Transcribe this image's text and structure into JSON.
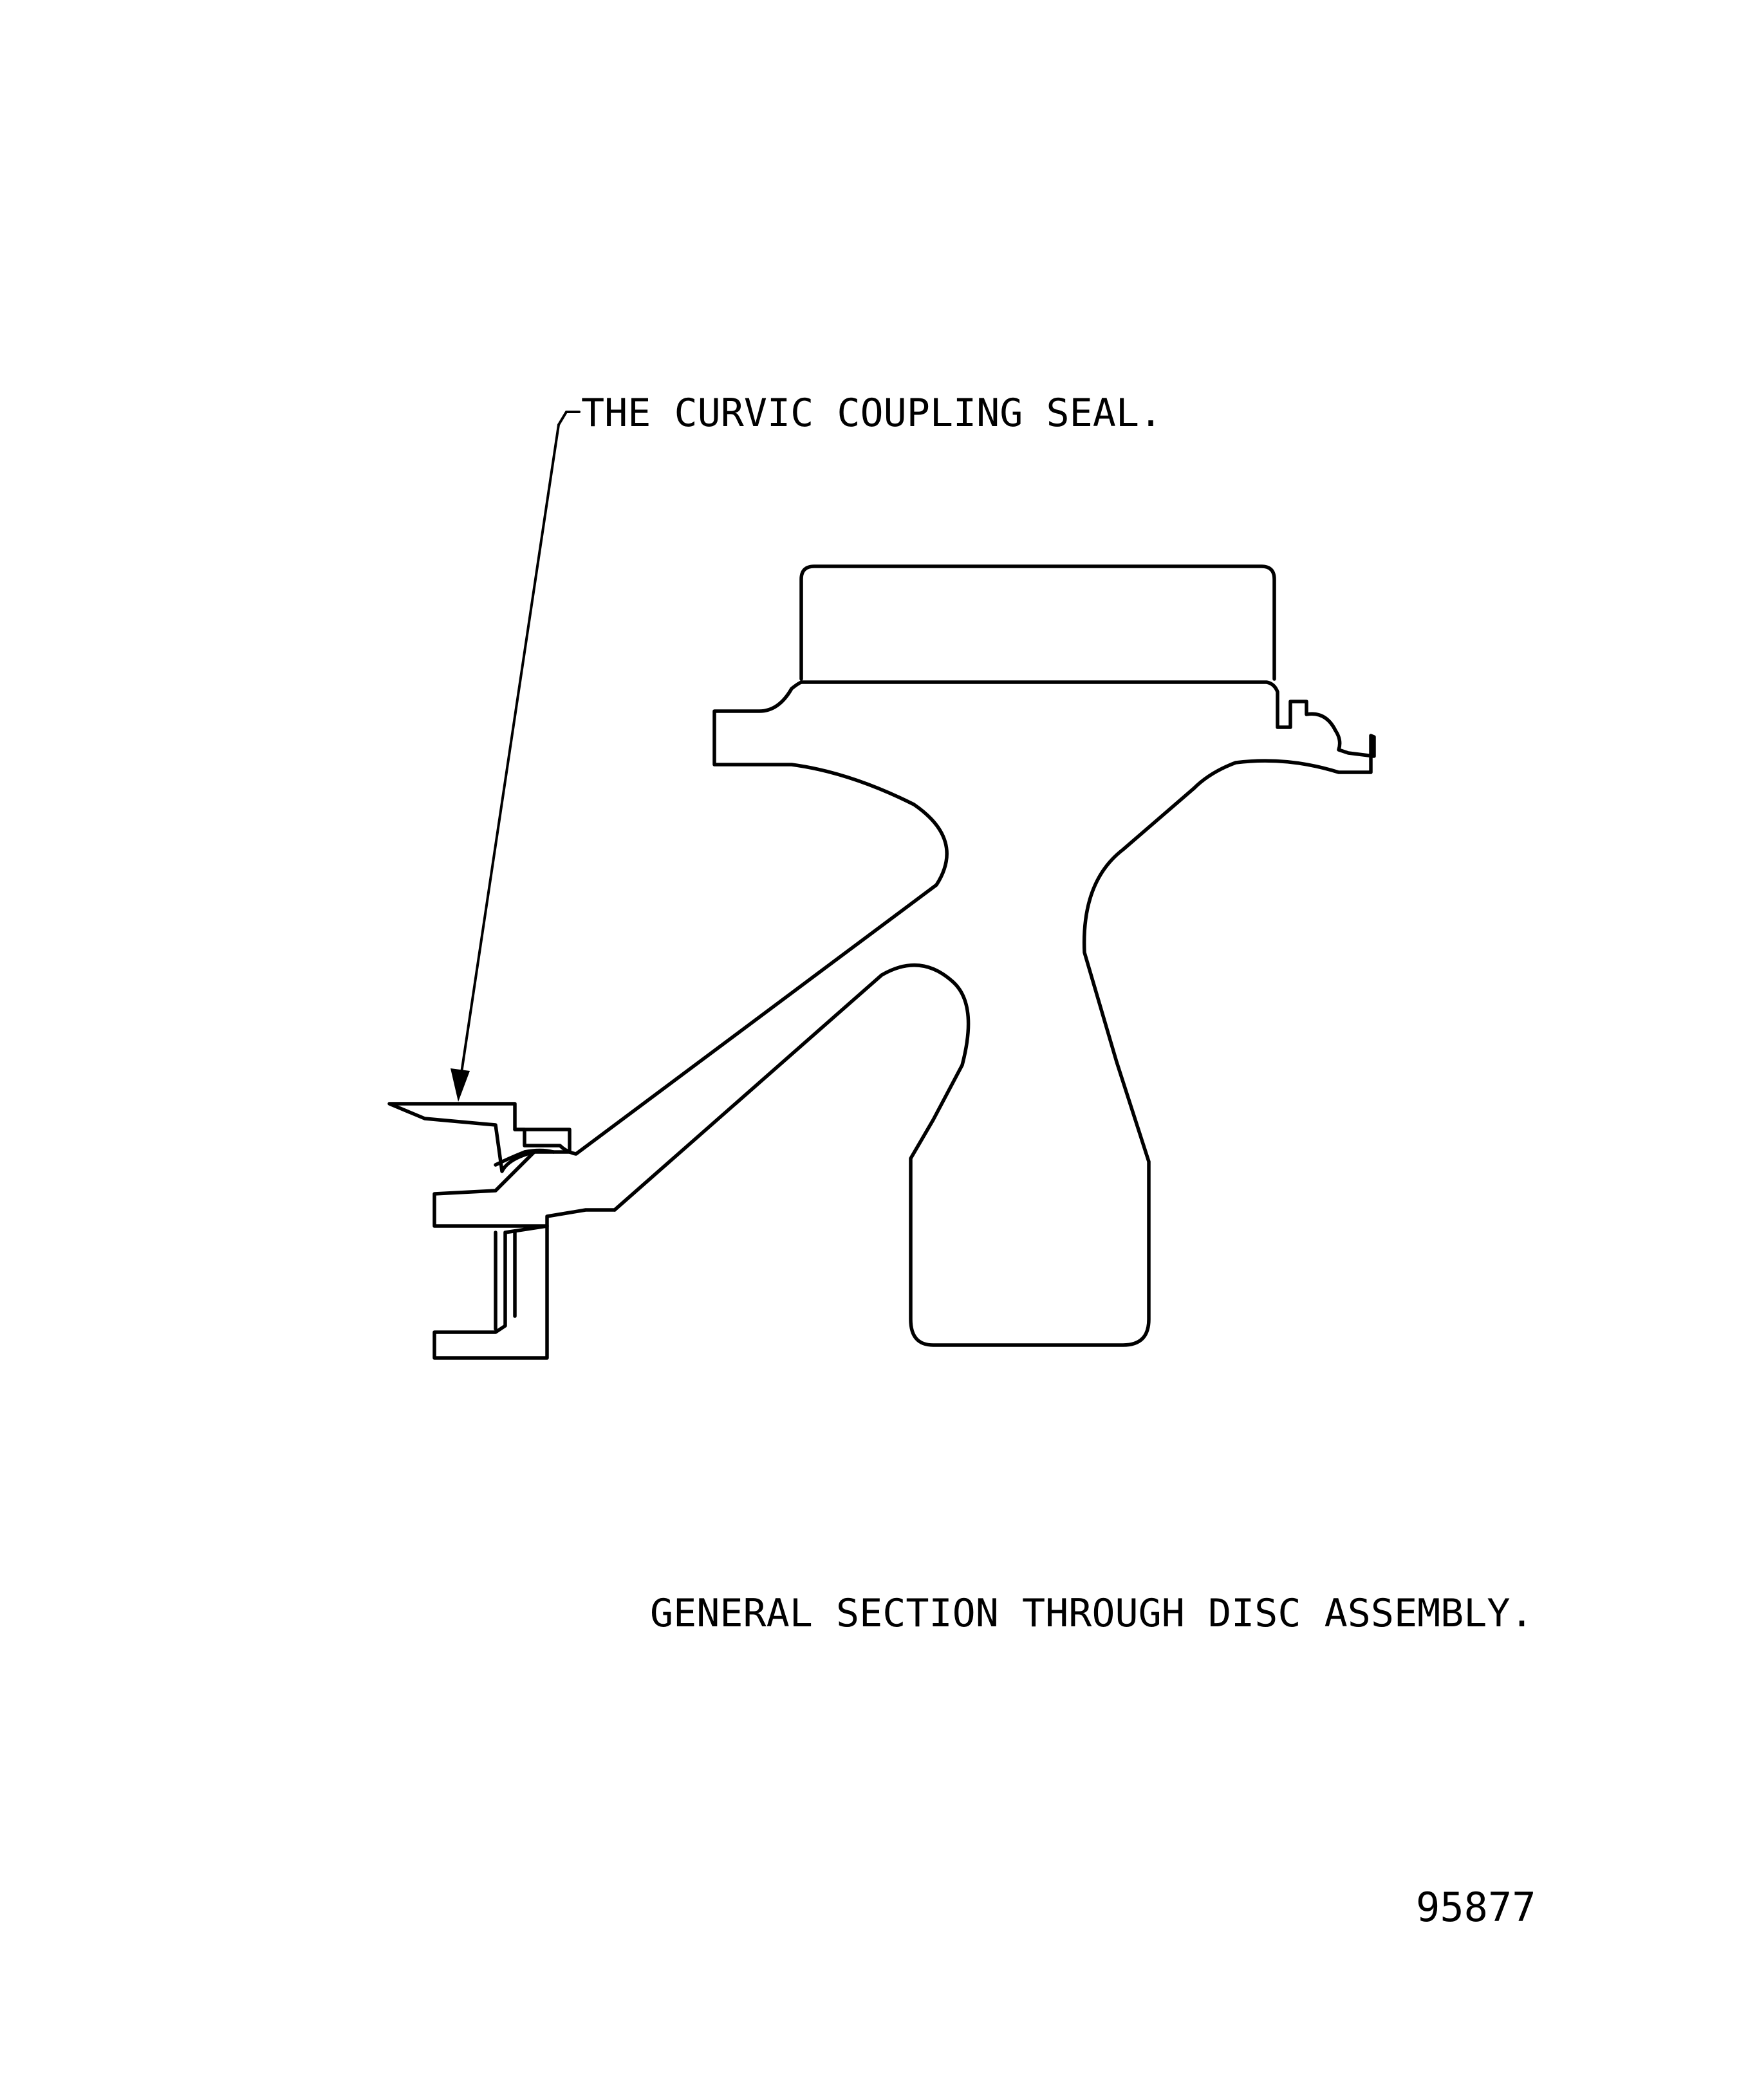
{
  "callout": {
    "label": "THE CURVIC COUPLING SEAL."
  },
  "caption": "GENERAL SECTION THROUGH DISC ASSEMBLY.",
  "figure_number": "95877",
  "colors": {
    "ink": "#000000",
    "paper": "#ffffff"
  }
}
